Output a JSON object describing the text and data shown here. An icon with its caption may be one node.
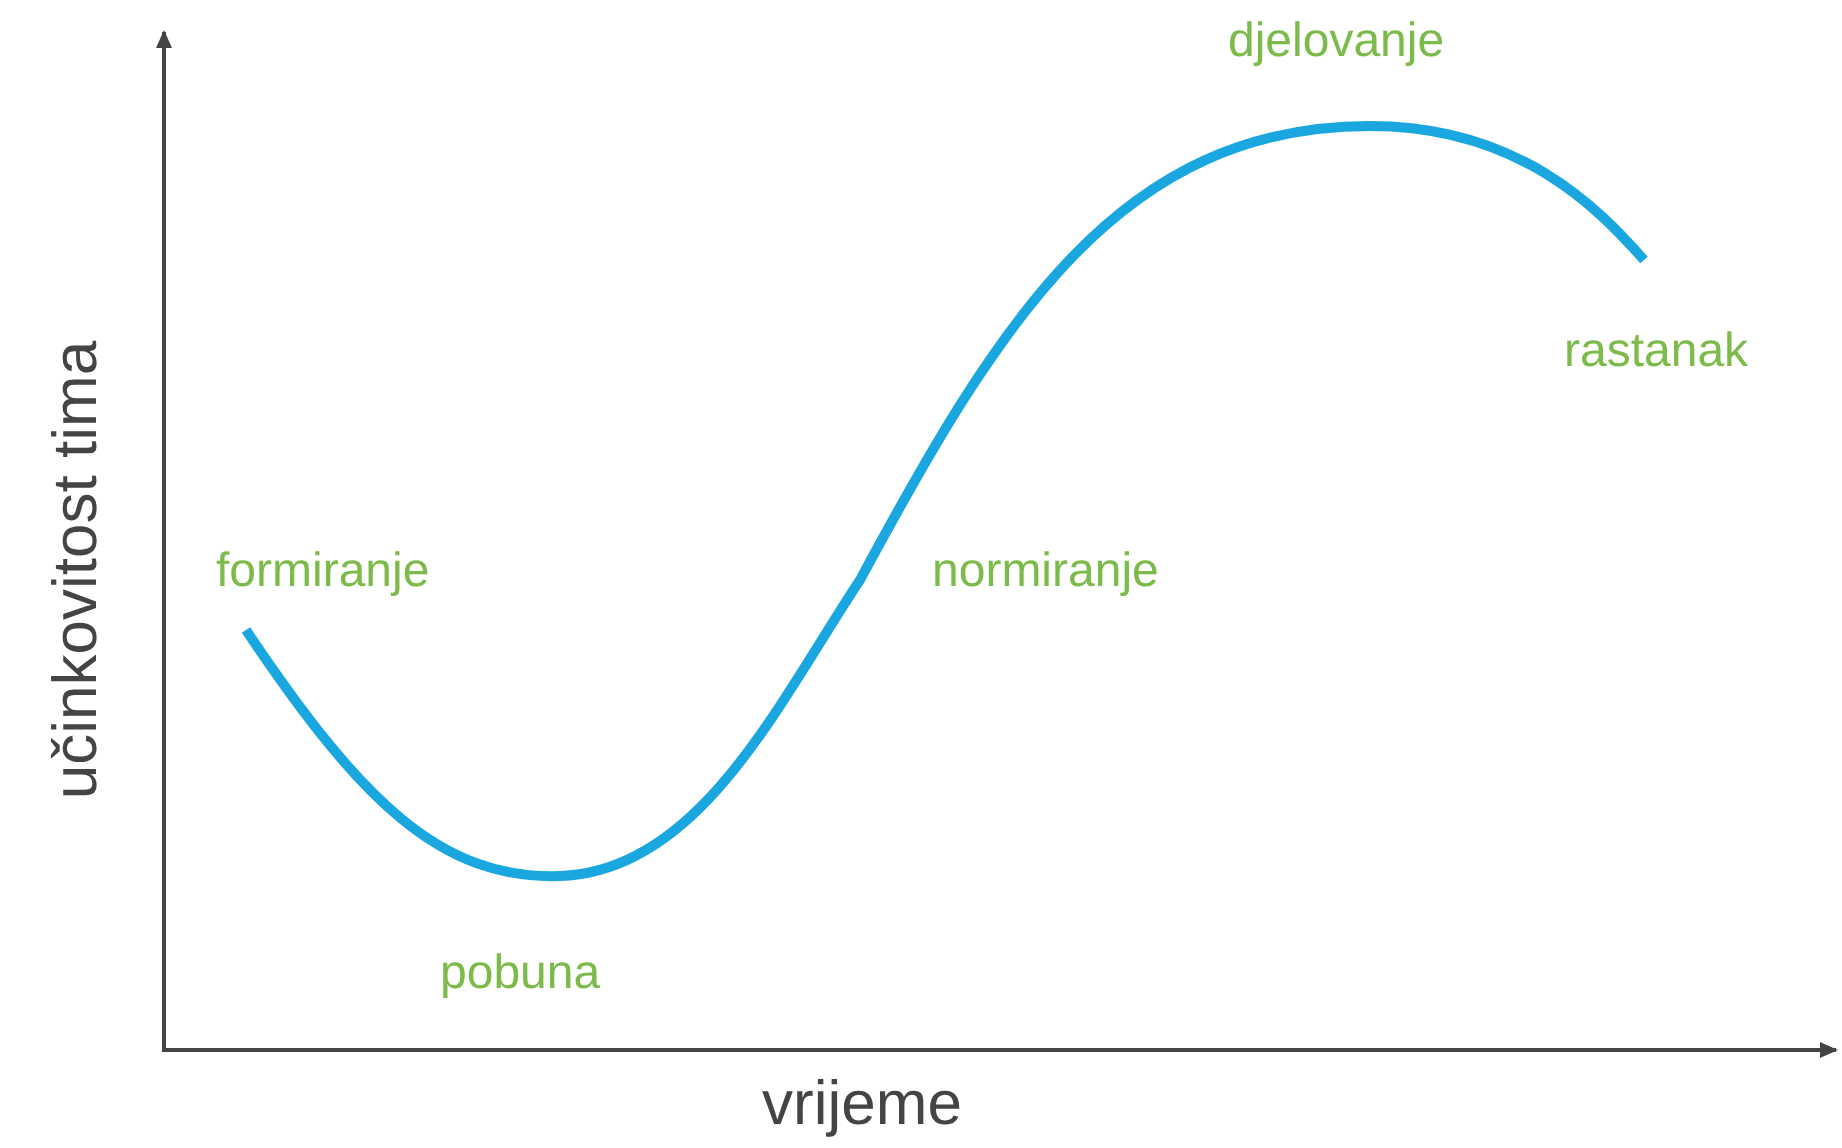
{
  "diagram": {
    "labels": [
      "djelovanje",
      "rastanak",
      "formiranje",
      "normiranje",
      "pobuna",
      "učinkovitost tima",
      "vrijeme"
    ]
  }
}
